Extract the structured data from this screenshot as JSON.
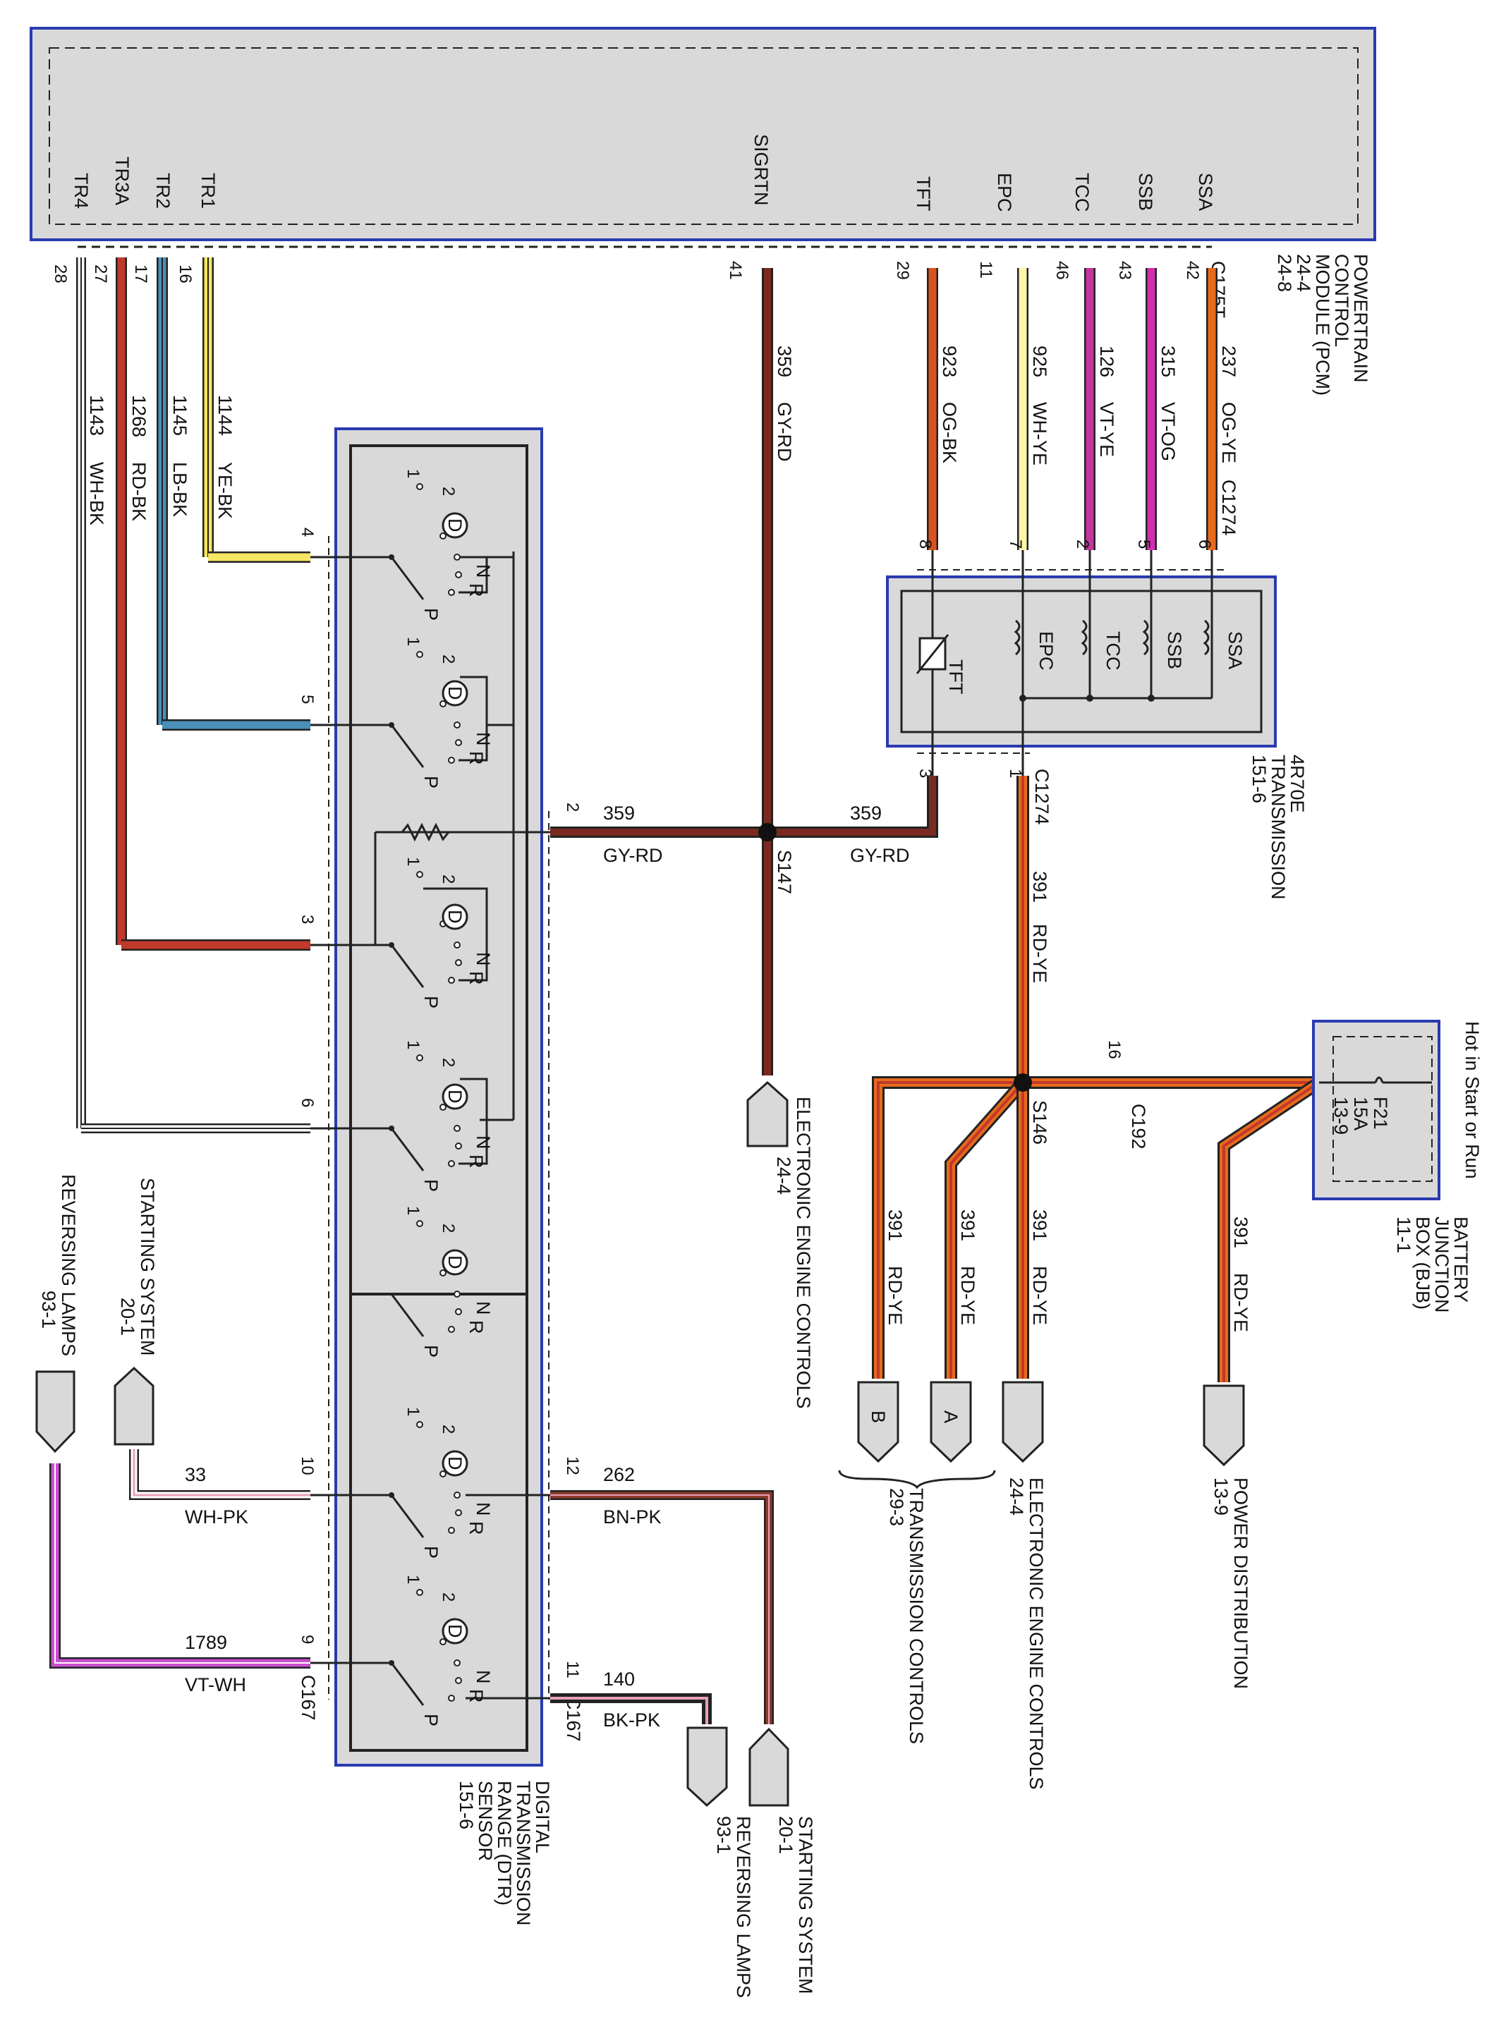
{
  "pcm": {
    "title_lines": [
      "POWERTRAIN",
      "CONTROL",
      "MODULE (PCM)",
      "24-4",
      "24-8"
    ],
    "pins": [
      {
        "name": "TR4",
        "num": "28"
      },
      {
        "name": "TR3A",
        "num": "27"
      },
      {
        "name": "TR2",
        "num": "17"
      },
      {
        "name": "TR1",
        "num": "16"
      },
      {
        "name": "SIGRTN",
        "num": "41"
      },
      {
        "name": "TFT",
        "num": "29"
      },
      {
        "name": "EPC",
        "num": "11"
      },
      {
        "name": "TCC",
        "num": "46"
      },
      {
        "name": "SSB",
        "num": "43"
      },
      {
        "name": "SSA",
        "num": "42"
      }
    ],
    "connector": "C175T"
  },
  "wires": {
    "tr4": {
      "circuit": "1143",
      "color": "WH-BK"
    },
    "tr3a": {
      "circuit": "1268",
      "color": "RD-BK"
    },
    "tr2": {
      "circuit": "1145",
      "color": "LB-BK"
    },
    "tr1": {
      "circuit": "1144",
      "color": "YE-BK"
    },
    "sigrtn": {
      "circuit": "359",
      "color": "GY-RD"
    },
    "tft": {
      "circuit": "923",
      "color": "OG-BK"
    },
    "epc": {
      "circuit": "925",
      "color": "WH-YE"
    },
    "tcc": {
      "circuit": "126",
      "color": "VT-YE"
    },
    "ssb": {
      "circuit": "315",
      "color": "VT-OG"
    },
    "ssa": {
      "circuit": "237",
      "color": "OG-YE"
    },
    "dtr_sig": {
      "circuit": "359",
      "color": "GY-RD"
    },
    "trans_sig": {
      "circuit": "359",
      "color": "GY-RD"
    },
    "pwr_main": {
      "circuit": "391",
      "color": "RD-YE"
    },
    "pwr_b": {
      "circuit": "391",
      "color": "RD-YE"
    },
    "pwr_a": {
      "circuit": "391",
      "color": "RD-YE"
    },
    "pwr_eec": {
      "circuit": "391",
      "color": "RD-YE"
    },
    "pwr_dist": {
      "circuit": "391",
      "color": "RD-YE"
    },
    "start": {
      "circuit": "33",
      "color": "WH-PK"
    },
    "start2": {
      "circuit": "262",
      "color": "BN-PK"
    },
    "rev": {
      "circuit": "1789",
      "color": "VT-WH"
    },
    "rev2": {
      "circuit": "140",
      "color": "BK-PK"
    }
  },
  "trans": {
    "title_lines": [
      "4R70E",
      "TRANSMISSION",
      "151-6"
    ],
    "connector": "C1274",
    "components": [
      "SSA",
      "SSB",
      "TCC",
      "EPC",
      "TFT"
    ],
    "top_pins": [
      "6",
      "5",
      "2",
      "7",
      "8"
    ],
    "bottom_pins": [
      "1",
      "3"
    ]
  },
  "dtr": {
    "title_lines": [
      "DIGITAL",
      "TRANSMISSION",
      "RANGE (DTR)",
      "SENSOR",
      "151-6"
    ],
    "connector": "C167",
    "pins": [
      "4",
      "5",
      "2",
      "3",
      "6",
      "10",
      "12",
      "9",
      "11"
    ],
    "positions": [
      "D",
      "N",
      "R",
      "P"
    ],
    "contacts": [
      "1",
      "2"
    ]
  },
  "splices": {
    "s147": "S147",
    "s146": "S146"
  },
  "connectors": {
    "c192": "C192",
    "c192_pin": "16"
  },
  "bjb": {
    "header": "Hot in Start or Run",
    "fuse": "F21",
    "rating": "15A",
    "ref": "13-9",
    "title_lines": [
      "BATTERY",
      "JUNCTION",
      "BOX (BJB)",
      "11-1"
    ]
  },
  "refs": {
    "eec_top": {
      "lines": [
        "ELECTRONIC ENGINE CONTROLS",
        "24-4"
      ]
    },
    "eec_mid": {
      "lines": [
        "ELECTRONIC ENGINE CONTROLS",
        "24-4"
      ]
    },
    "trans_controls": {
      "lines": [
        "TRANSMISSION CONTROLS",
        "29-3"
      ],
      "letters": [
        "B",
        "A"
      ]
    },
    "power_dist": {
      "lines": [
        "POWER DISTRIBUTION",
        "13-9"
      ]
    },
    "starting_left": {
      "lines": [
        "STARTING SYSTEM",
        "20-1"
      ]
    },
    "reversing_left": {
      "lines": [
        "REVERSING LAMPS",
        "93-1"
      ]
    },
    "starting_bottom": {
      "lines": [
        "STARTING SYSTEM",
        "20-1"
      ]
    },
    "reversing_bottom": {
      "lines": [
        "REVERSING LAMPS",
        "93-1"
      ]
    }
  },
  "colors": {
    "red": "#c0392b",
    "orange": "#e86a1c",
    "yellow": "#f5e663",
    "blue_border": "#2a3ab0",
    "light_blue": "#4a90b8",
    "magenta": "#c2389e",
    "violet": "#c94fd0",
    "gray_fill": "#d9d9d9",
    "black": "#111111"
  }
}
